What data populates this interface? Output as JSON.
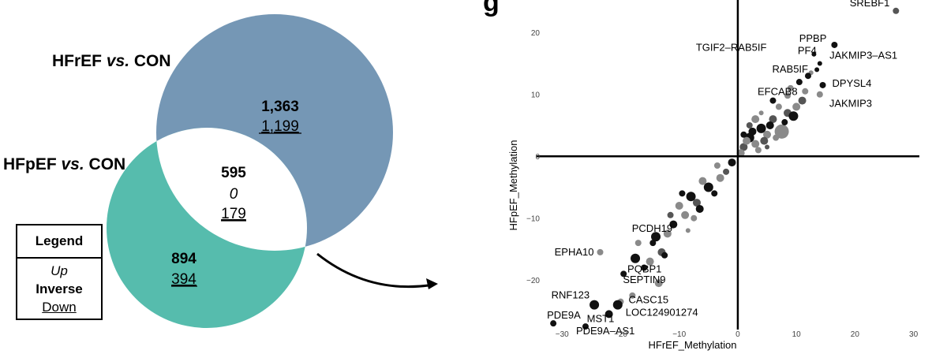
{
  "panel_letter": "g",
  "venn": {
    "set_a_title": "HFrEF",
    "set_b_title": "HFpEF",
    "vs_text": "vs.",
    "con_text": "CON",
    "a_only": {
      "up": "1,363",
      "down": "1,199"
    },
    "overlap": {
      "up": "595",
      "inverse": "0",
      "down": "179"
    },
    "b_only": {
      "up": "894",
      "down": "394"
    },
    "colors": {
      "set_a": "#7597b5",
      "set_b": "#56bcad",
      "overlap": "#ffffff"
    }
  },
  "legend": {
    "title": "Legend",
    "up": "Up",
    "inverse": "Inverse",
    "down": "Down"
  },
  "chart_data": {
    "type": "scatter",
    "xlabel": "HFrEF_Methylation",
    "ylabel": "HFpEF_Methylation",
    "xlim": [
      -33,
      31
    ],
    "ylim": [
      -28,
      25
    ],
    "xticks": [
      -30,
      -20,
      -10,
      0,
      10,
      20,
      30
    ],
    "yticks": [
      -20,
      -10,
      0,
      10,
      20
    ],
    "grid": false,
    "axis_lines_at_zero": true,
    "labeled_points": [
      {
        "label": "SREBF1",
        "x": 27.0,
        "y": 23.5,
        "shade": "dark",
        "size": 4
      },
      {
        "label": "PPBP",
        "x": 16.5,
        "y": 18.0,
        "shade": "black",
        "size": 4
      },
      {
        "label": "TGIF2–RAB5IF",
        "x": 13.0,
        "y": 16.5,
        "shade": "black",
        "size": 3
      },
      {
        "label": "PF4",
        "x": 14.0,
        "y": 15.0,
        "shade": "black",
        "size": 3
      },
      {
        "label": "RAB5IF",
        "x": 12.0,
        "y": 13.0,
        "shade": "black",
        "size": 4
      },
      {
        "label": "JAKMIP3–AS1",
        "x": 13.5,
        "y": 14.0,
        "shade": "black",
        "size": 3
      },
      {
        "label": "DPYSL4",
        "x": 14.5,
        "y": 11.5,
        "shade": "black",
        "size": 4
      },
      {
        "label": "EFCAB8",
        "x": 8.5,
        "y": 9.8,
        "shade": "grey",
        "size": 4
      },
      {
        "label": "JAKMIP3",
        "x": 14.0,
        "y": 10.0,
        "shade": "grey",
        "size": 4
      },
      {
        "label": "PCDH19",
        "x": -17.0,
        "y": -14.0,
        "shade": "grey",
        "size": 4
      },
      {
        "label": "EPHA10",
        "x": -23.5,
        "y": -15.5,
        "shade": "grey",
        "size": 4
      },
      {
        "label": "PQBP1",
        "x": -17.5,
        "y": -16.5,
        "shade": "black",
        "size": 6
      },
      {
        "label": "SEPTIN9",
        "x": -18.0,
        "y": -22.5,
        "shade": "grey",
        "size": 4
      },
      {
        "label": "RNF123",
        "x": -24.5,
        "y": -24.0,
        "shade": "black",
        "size": 6
      },
      {
        "label": "CASC15",
        "x": -20.0,
        "y": -23.5,
        "shade": "grey",
        "size": 4
      },
      {
        "label": "PDE9A",
        "x": -31.5,
        "y": -27.0,
        "shade": "black",
        "size": 4
      },
      {
        "label": "MST1",
        "x": -22.0,
        "y": -25.5,
        "shade": "black",
        "size": 5
      },
      {
        "label": "LOC124901274",
        "x": -20.5,
        "y": -24.0,
        "shade": "black",
        "size": 6
      },
      {
        "label": "PDE9A–AS1",
        "x": -26.0,
        "y": -27.5,
        "shade": "black",
        "size": 4
      }
    ],
    "points": [
      {
        "x": 2.0,
        "y": 3.0,
        "size": 6,
        "shade": "black"
      },
      {
        "x": 3.0,
        "y": 2.0,
        "size": 5,
        "shade": "grey"
      },
      {
        "x": 1.0,
        "y": 1.5,
        "size": 5,
        "shade": "dark"
      },
      {
        "x": 4.0,
        "y": 4.5,
        "size": 6,
        "shade": "black"
      },
      {
        "x": 5.0,
        "y": 3.5,
        "size": 5,
        "shade": "grey"
      },
      {
        "x": 6.0,
        "y": 6.0,
        "size": 5,
        "shade": "dark"
      },
      {
        "x": 7.5,
        "y": 4.0,
        "size": 9,
        "shade": "grey"
      },
      {
        "x": 8.5,
        "y": 7.0,
        "size": 5,
        "shade": "dark"
      },
      {
        "x": 9.5,
        "y": 6.5,
        "size": 6,
        "shade": "black"
      },
      {
        "x": 10.0,
        "y": 8.0,
        "size": 5,
        "shade": "grey"
      },
      {
        "x": 3.0,
        "y": 6.0,
        "size": 5,
        "shade": "grey"
      },
      {
        "x": 2.5,
        "y": 4.0,
        "size": 5,
        "shade": "black"
      },
      {
        "x": 1.5,
        "y": 2.5,
        "size": 5,
        "shade": "grey"
      },
      {
        "x": 4.5,
        "y": 2.5,
        "size": 5,
        "shade": "dark"
      },
      {
        "x": 6.5,
        "y": 3.0,
        "size": 4,
        "shade": "grey"
      },
      {
        "x": 5.5,
        "y": 5.0,
        "size": 5,
        "shade": "black"
      },
      {
        "x": 7.0,
        "y": 8.0,
        "size": 4,
        "shade": "grey"
      },
      {
        "x": 11.0,
        "y": 9.0,
        "size": 5,
        "shade": "dark"
      },
      {
        "x": 8.0,
        "y": 5.5,
        "size": 4,
        "shade": "black"
      },
      {
        "x": 0.5,
        "y": 0.5,
        "size": 5,
        "shade": "grey"
      },
      {
        "x": 2.0,
        "y": 5.0,
        "size": 4,
        "shade": "dark"
      },
      {
        "x": 9.0,
        "y": 11.0,
        "size": 4,
        "shade": "grey"
      },
      {
        "x": 10.5,
        "y": 12.0,
        "size": 4,
        "shade": "black"
      },
      {
        "x": 11.5,
        "y": 10.5,
        "size": 4,
        "shade": "grey"
      },
      {
        "x": 6.0,
        "y": 9.0,
        "size": 4,
        "shade": "black"
      },
      {
        "x": 4.0,
        "y": 7.0,
        "size": 3,
        "shade": "grey"
      },
      {
        "x": 3.5,
        "y": 1.0,
        "size": 4,
        "shade": "grey"
      },
      {
        "x": 1.0,
        "y": 3.5,
        "size": 4,
        "shade": "black"
      },
      {
        "x": 5.0,
        "y": 1.5,
        "size": 3,
        "shade": "dark"
      },
      {
        "x": 12.5,
        "y": 13.5,
        "size": 3,
        "shade": "grey"
      },
      {
        "x": -1.0,
        "y": -1.0,
        "size": 5,
        "shade": "black"
      },
      {
        "x": -3.0,
        "y": -3.5,
        "size": 5,
        "shade": "grey"
      },
      {
        "x": -5.0,
        "y": -5.0,
        "size": 6,
        "shade": "black"
      },
      {
        "x": -7.0,
        "y": -7.5,
        "size": 5,
        "shade": "dark"
      },
      {
        "x": -9.0,
        "y": -9.5,
        "size": 5,
        "shade": "grey"
      },
      {
        "x": -6.0,
        "y": -4.0,
        "size": 5,
        "shade": "grey"
      },
      {
        "x": -8.0,
        "y": -6.5,
        "size": 6,
        "shade": "black"
      },
      {
        "x": -4.0,
        "y": -6.0,
        "size": 4,
        "shade": "black"
      },
      {
        "x": -10.0,
        "y": -8.0,
        "size": 5,
        "shade": "grey"
      },
      {
        "x": -11.0,
        "y": -11.0,
        "size": 5,
        "shade": "black"
      },
      {
        "x": -12.0,
        "y": -12.5,
        "size": 5,
        "shade": "grey"
      },
      {
        "x": -13.0,
        "y": -15.5,
        "size": 5,
        "shade": "dark"
      },
      {
        "x": -14.5,
        "y": -14.0,
        "size": 4,
        "shade": "black"
      },
      {
        "x": -15.0,
        "y": -17.0,
        "size": 5,
        "shade": "grey"
      },
      {
        "x": -16.0,
        "y": -18.0,
        "size": 4,
        "shade": "black"
      },
      {
        "x": -13.5,
        "y": -20.5,
        "size": 5,
        "shade": "grey"
      },
      {
        "x": -2.0,
        "y": -2.5,
        "size": 4,
        "shade": "dark"
      },
      {
        "x": -7.5,
        "y": -10.0,
        "size": 4,
        "shade": "grey"
      },
      {
        "x": -9.5,
        "y": -6.0,
        "size": 4,
        "shade": "black"
      },
      {
        "x": -3.5,
        "y": -1.5,
        "size": 4,
        "shade": "grey"
      },
      {
        "x": -11.5,
        "y": -9.5,
        "size": 4,
        "shade": "dark"
      },
      {
        "x": -19.5,
        "y": -19.0,
        "size": 4,
        "shade": "black"
      },
      {
        "x": -14.0,
        "y": -13.0,
        "size": 6,
        "shade": "black"
      },
      {
        "x": -6.5,
        "y": -8.5,
        "size": 5,
        "shade": "black"
      },
      {
        "x": -12.5,
        "y": -16.0,
        "size": 4,
        "shade": "black"
      },
      {
        "x": -8.5,
        "y": -12.0,
        "size": 3,
        "shade": "grey"
      }
    ]
  }
}
